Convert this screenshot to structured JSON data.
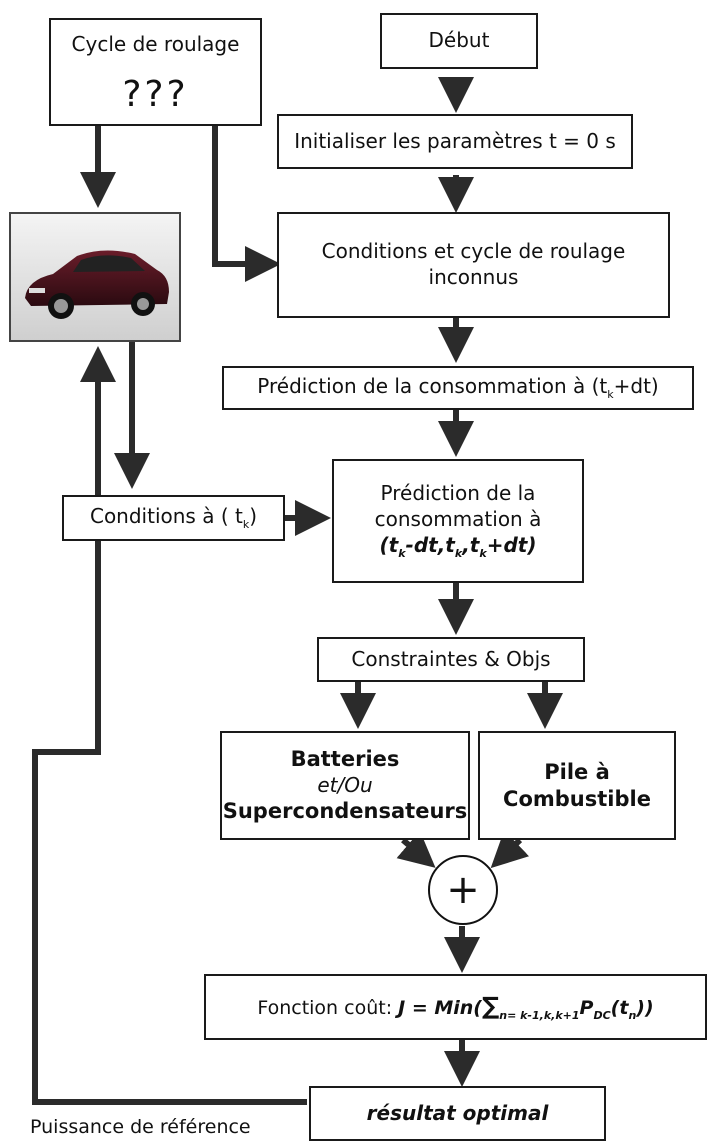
{
  "blocks": {
    "cycle_title": "Cycle de roulage",
    "cycle_marks": "???",
    "debut": "Début",
    "init": "Initialiser les paramètres t = 0 s",
    "conditions_cycle": "Conditions et cycle de roulage inconnus",
    "prediction_conso_prefix": "Prédiction de la consommation à (t",
    "prediction_conso_sub": "k",
    "prediction_conso_suffix": "+dt)",
    "conditions_tk_prefix": "Conditions à ( t",
    "conditions_tk_sub": "k",
    "conditions_tk_suffix": ")",
    "prediction_multi_line1": "Prédiction de la",
    "prediction_multi_line2": "consommation à",
    "prediction_multi_expr": {
      "p1": "(t",
      "s1": "k",
      "p2": "-dt,t",
      "s2": "k",
      "p3": ",t",
      "s3": "k",
      "p4": "+dt)"
    },
    "constraints": "Constraintes & Objs",
    "batteries_line1": "Batteries",
    "batteries_line2": "et/Ou",
    "batteries_line3": "Supercondensateurs",
    "pile_line1": "Pile à",
    "pile_line2": "Combustible",
    "plus_symbol": "+",
    "cost_label": "Fonction coût: ",
    "cost_formula": {
      "lhs": "J = Min(",
      "sum": "∑",
      "sum_sub": "n= k-1,k,k+1",
      "p": "P",
      "p_sub": "DC",
      "arg_open": "(t",
      "arg_sub": "n",
      "close": "))"
    },
    "optimal": "résultat optimal",
    "reference_power": "Puissance de référence"
  },
  "colors": {
    "line": "#2b2b2b",
    "border": "#1a1a1a"
  },
  "icons": {
    "vehicle": "car-image"
  }
}
